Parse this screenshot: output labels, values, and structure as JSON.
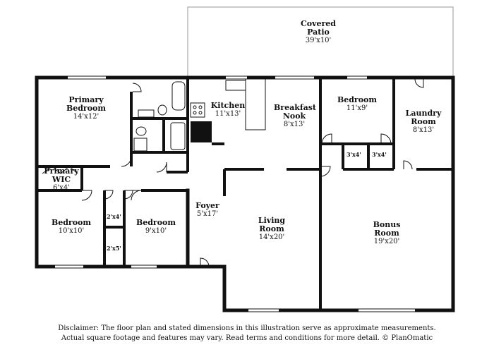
{
  "patio": {
    "name": "Covered\nPatio",
    "dims": "39'x10'"
  },
  "rooms": {
    "primary_bedroom": {
      "name": "Primary Bedroom",
      "dims": "14'x12'"
    },
    "kitchen": {
      "name": "Kitchen",
      "dims": "11'x13'"
    },
    "breakfast_nook": {
      "name": "Breakfast Nook",
      "dims": "8'x13'"
    },
    "bedroom_ne": {
      "name": "Bedroom",
      "dims": "11'x9'"
    },
    "laundry": {
      "name": "Laundry Room",
      "dims": "8'x13'"
    },
    "closet_a": {
      "dims": "3'x4'"
    },
    "closet_b": {
      "dims": "3'x4'"
    },
    "primary_wic": {
      "name": "Primary WIC",
      "dims": "6'x4'"
    },
    "bedroom_sw": {
      "name": "Bedroom",
      "dims": "10'x10'"
    },
    "closet_c": {
      "dims": "2'x4'"
    },
    "closet_d": {
      "dims": "2'x5'"
    },
    "bedroom_s": {
      "name": "Bedroom",
      "dims": "9'x10'"
    },
    "foyer": {
      "name": "Foyer",
      "dims": "5'x17'"
    },
    "living": {
      "name": "Living Room",
      "dims": "14'x20'"
    },
    "bonus": {
      "name": "Bonus Room",
      "dims": "19'x20'"
    }
  },
  "disclaimer": {
    "line1": "Disclaimer: The floor plan and stated dimensions in this illustration serve as approximate measurements.",
    "line2": "Actual square footage and features may vary. Read terms and conditions for more detail. © PlanOmatic"
  }
}
